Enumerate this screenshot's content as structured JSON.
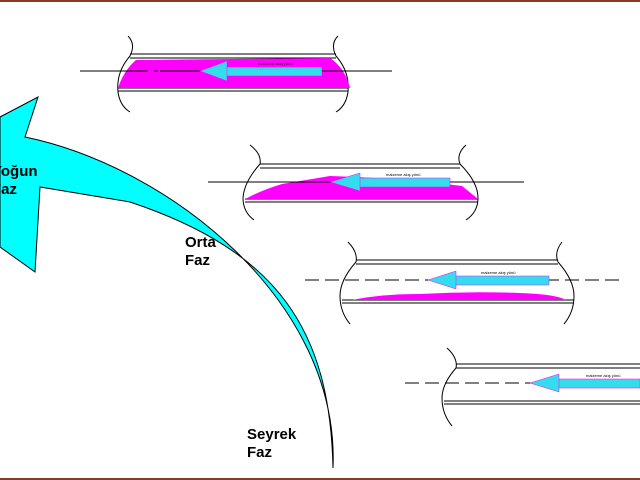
{
  "diagram": {
    "phases": {
      "dense_line1": "Yoğun",
      "dense_line2": "Faz",
      "middle_line1": "Orta",
      "middle_line2": "Faz",
      "sparse_line1": "Seyrek",
      "sparse_line2": "Faz"
    },
    "flow_label": "malzeme akış yönü",
    "colors": {
      "arrow_fill": "#00ffff",
      "material_fill": "#ff00ff",
      "flow_arrow": "#33ddee",
      "frame_border": "#8b3a2a"
    }
  }
}
